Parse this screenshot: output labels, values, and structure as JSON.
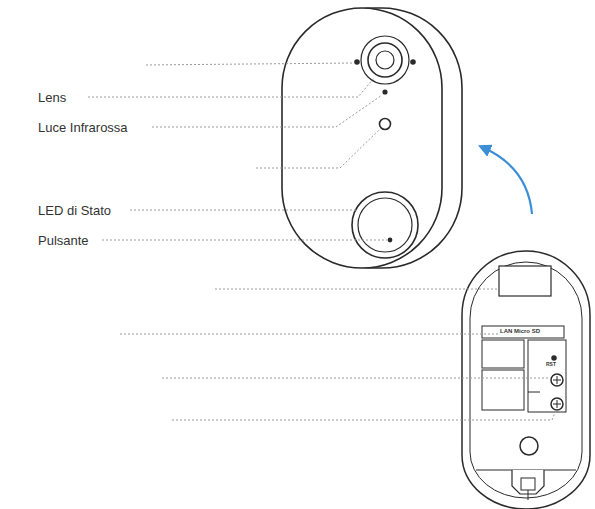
{
  "diagram": {
    "labels": [
      "Lens",
      "Luce Infrarossa",
      "LED di Stato",
      "Pulsante",
      "LAN Micro SD",
      "RST"
    ]
  }
}
